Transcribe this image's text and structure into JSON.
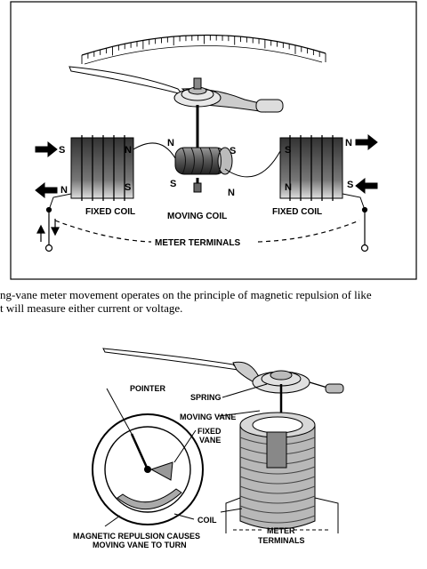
{
  "diagram1": {
    "labels": {
      "fixed_coil_left": "FIXED COIL",
      "moving_coil": "MOVING COIL",
      "fixed_coil_right": "FIXED COIL",
      "meter_terminals": "METER TERMINALS"
    },
    "poles": {
      "left_s": "S",
      "left_n": "N",
      "left_inner_n": "N",
      "left_inner_s": "S",
      "center_n": "N",
      "center_s_top": "S",
      "center_s_bottom": "S",
      "center_n_bottom": "N",
      "right_n_top": "N",
      "right_s_inner": "S",
      "right_n_outer": "N",
      "right_s_outer": "S"
    }
  },
  "caption": {
    "line1": "ng-vane meter movement operates on the principle of magnetic repulsion of like",
    "line2": "t will measure either current or voltage."
  },
  "diagram2": {
    "labels": {
      "pointer": "POINTER",
      "spring": "SPRING",
      "moving_vane": "MOVING VANE",
      "fixed_vane_1": "FIXED",
      "fixed_vane_2": "VANE",
      "coil": "COIL",
      "meter_terminals_1": "METER",
      "meter_terminals_2": "TERMINALS",
      "repulsion_1": "MAGNETIC REPULSION CAUSES",
      "repulsion_2": "MOVING VANE TO TURN"
    }
  }
}
